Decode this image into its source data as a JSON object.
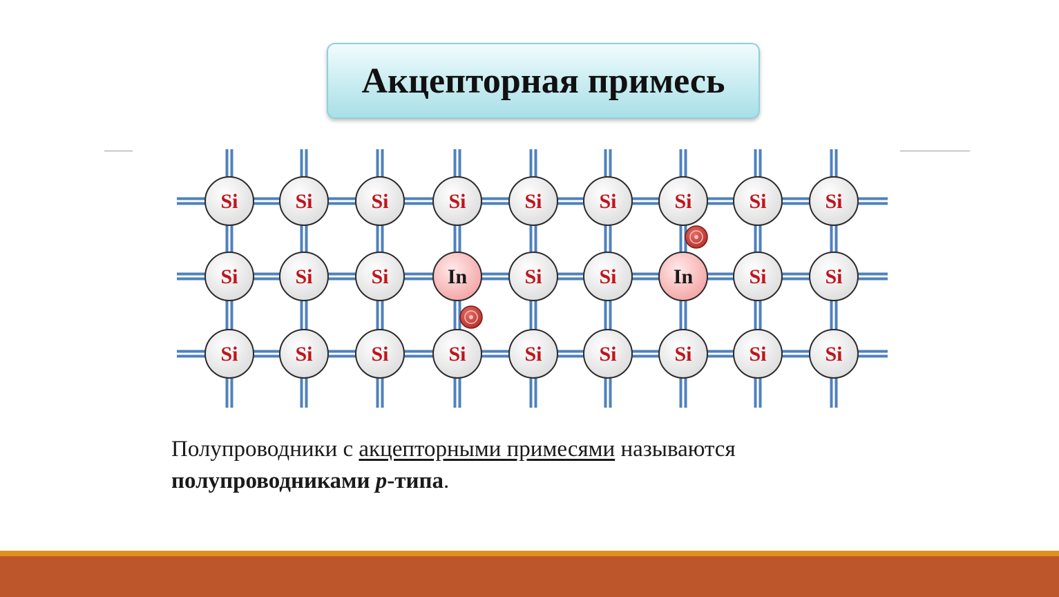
{
  "title": "Акцепторная примесь",
  "lattice": {
    "rows": [
      [
        "Si",
        "Si",
        "Si",
        "Si",
        "Si",
        "Si",
        "Si",
        "Si",
        "Si"
      ],
      [
        "Si",
        "Si",
        "Si",
        "In",
        "Si",
        "Si",
        "In",
        "Si",
        "Si"
      ],
      [
        "Si",
        "Si",
        "Si",
        "Si",
        "Si",
        "Si",
        "Si",
        "Si",
        "Si"
      ]
    ],
    "impurity_element": "In",
    "host_element": "Si",
    "holes_count": 2,
    "colors": {
      "bond": "#4f81bd",
      "si_label": "#c0141b",
      "in_label": "#1a1a1a",
      "si_fill": "#dcdcdc",
      "in_fill": "#f4a3a3",
      "hole_fill": "#b8302b"
    }
  },
  "caption": {
    "part1": "Полупроводники с ",
    "underlined": "акцепторными примесями",
    "part2": " называются",
    "bold": "полупроводниками ",
    "bold_italic": "p",
    "bold_end": "-типа",
    "end": "."
  },
  "theme": {
    "footer_line": "#e0901f",
    "footer_bar": "#be562b"
  }
}
